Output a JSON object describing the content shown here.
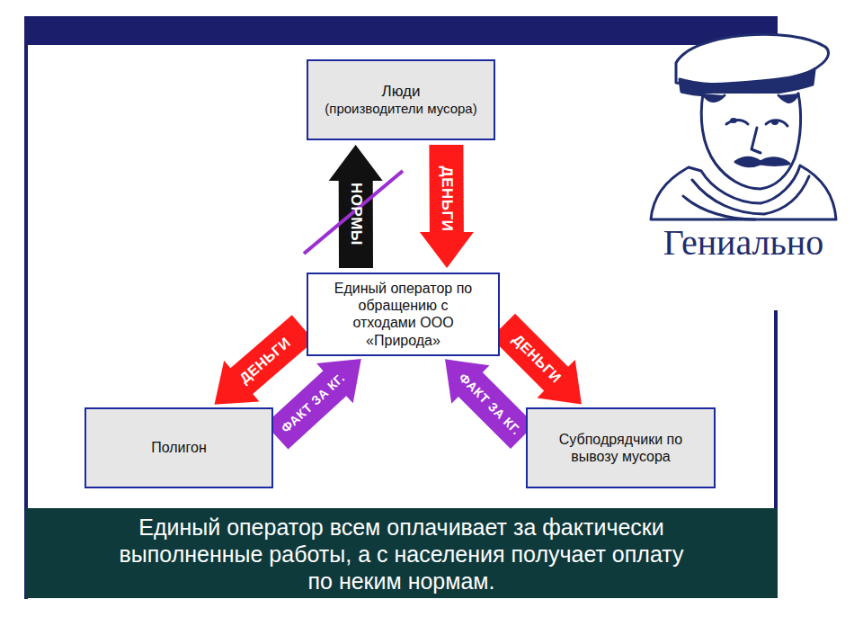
{
  "diagram": {
    "caption": "Единый оператор всем оплачивает за фактически выполненные работы, а с населения получает оплату по неким нормам.",
    "nodes": [
      {
        "text": [
          "Люди",
          "(производители мусора)"
        ]
      },
      {
        "text": [
          "Единый оператор по обращению с отходами ООО «Природа»"
        ]
      },
      {
        "text": [
          "Полигон"
        ]
      },
      {
        "text": [
          "Субподрядчики по вывозу мусора"
        ]
      }
    ],
    "edges": [
      {
        "from": 1,
        "to": 0,
        "arrow": "to",
        "label": "НОРМЫ"
      },
      {
        "from": 0,
        "to": 1,
        "arrow": "to",
        "label": "ДЕНЬГИ"
      },
      {
        "from": 1,
        "to": 2,
        "arrow": "to",
        "label": "ДЕНЬГИ"
      },
      {
        "from": 2,
        "to": 1,
        "arrow": "to",
        "label": "ФАКТ ЗА КГ."
      },
      {
        "from": 1,
        "to": 3,
        "arrow": "to",
        "label": "ДЕНЬГИ"
      },
      {
        "from": 3,
        "to": 1,
        "arrow": "to",
        "label": "ФАКТ ЗА КГ."
      }
    ],
    "labels": [
      "Гениально"
    ]
  }
}
